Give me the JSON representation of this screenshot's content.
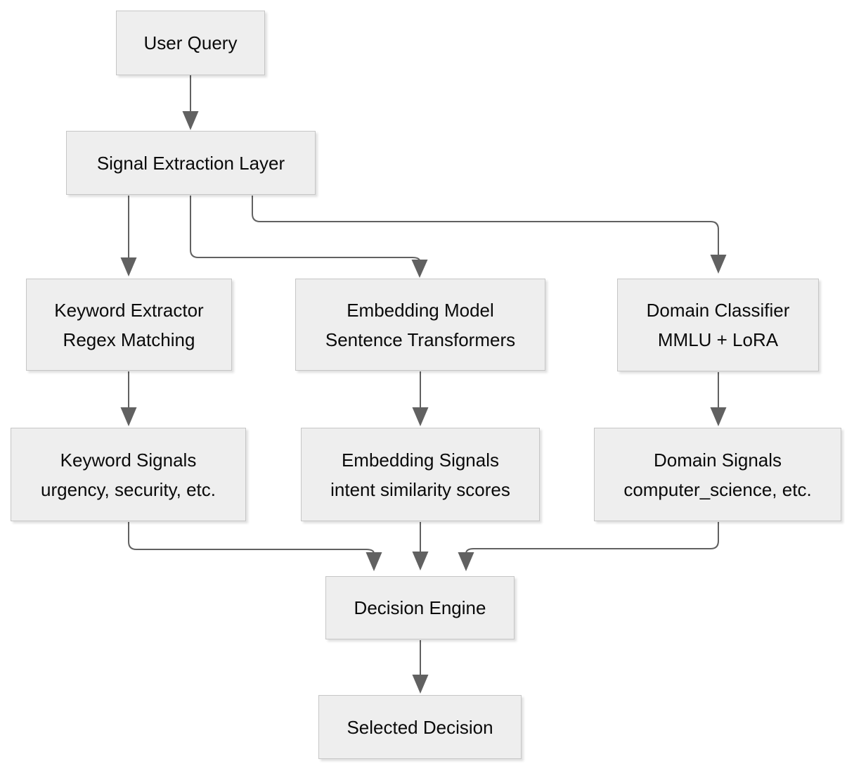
{
  "diagram": {
    "type": "flowchart",
    "colors": {
      "background": "#ffffff",
      "node_fill": "#eeeeee",
      "node_border": "#c6c6c6",
      "arrow": "#616161",
      "text": "#0a0a0a"
    },
    "nodes": {
      "user_query": {
        "label": "User Query"
      },
      "signal_extraction": {
        "label": "Signal Extraction Layer"
      },
      "keyword_extractor": {
        "title": "Keyword Extractor",
        "subtitle": "Regex Matching"
      },
      "embedding_model": {
        "title": "Embedding Model",
        "subtitle": "Sentence Transformers"
      },
      "domain_classifier": {
        "title": "Domain Classifier",
        "subtitle": "MMLU + LoRA"
      },
      "keyword_signals": {
        "title": "Keyword Signals",
        "subtitle": "urgency, security, etc."
      },
      "embedding_signals": {
        "title": "Embedding Signals",
        "subtitle": "intent similarity scores"
      },
      "domain_signals": {
        "title": "Domain Signals",
        "subtitle": "computer_science, etc."
      },
      "decision_engine": {
        "label": "Decision Engine"
      },
      "selected_decision": {
        "label": "Selected Decision"
      }
    },
    "edges": [
      {
        "from": "user_query",
        "to": "signal_extraction"
      },
      {
        "from": "signal_extraction",
        "to": "keyword_extractor"
      },
      {
        "from": "signal_extraction",
        "to": "embedding_model"
      },
      {
        "from": "signal_extraction",
        "to": "domain_classifier"
      },
      {
        "from": "keyword_extractor",
        "to": "keyword_signals"
      },
      {
        "from": "embedding_model",
        "to": "embedding_signals"
      },
      {
        "from": "domain_classifier",
        "to": "domain_signals"
      },
      {
        "from": "keyword_signals",
        "to": "decision_engine"
      },
      {
        "from": "embedding_signals",
        "to": "decision_engine"
      },
      {
        "from": "domain_signals",
        "to": "decision_engine"
      },
      {
        "from": "decision_engine",
        "to": "selected_decision"
      }
    ]
  }
}
